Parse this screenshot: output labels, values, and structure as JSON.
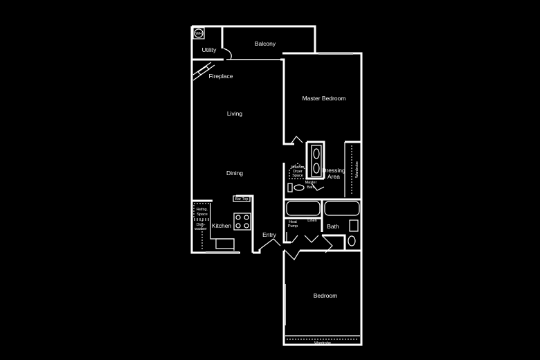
{
  "plan": {
    "rooms": {
      "water_heater": "WH",
      "utility": "Utility",
      "balcony": "Balcony",
      "fireplace": "Fireplace",
      "living": "Living",
      "master_bedroom": "Master Bedroom",
      "dining": "Dining",
      "washer_dryer": [
        "Washer",
        "Dryer",
        "Space"
      ],
      "dressing_area": [
        "Dressing",
        "Area"
      ],
      "wardrobe_master": "Wardrobe",
      "master_bath": [
        "Master",
        "Bath"
      ],
      "bar_top": "Bar Top",
      "refrig_space": [
        "Refrig.",
        "Space"
      ],
      "dishwasher": [
        "Dish-",
        "washer"
      ],
      "kitchen": "Kitchen",
      "heat_pump": [
        "Heat",
        "Pump"
      ],
      "linen": "Linen",
      "bath": "Bath",
      "entry": "Entry",
      "bedroom": "Bedroom",
      "wardrobe_bedroom": "Wardrobe"
    }
  }
}
